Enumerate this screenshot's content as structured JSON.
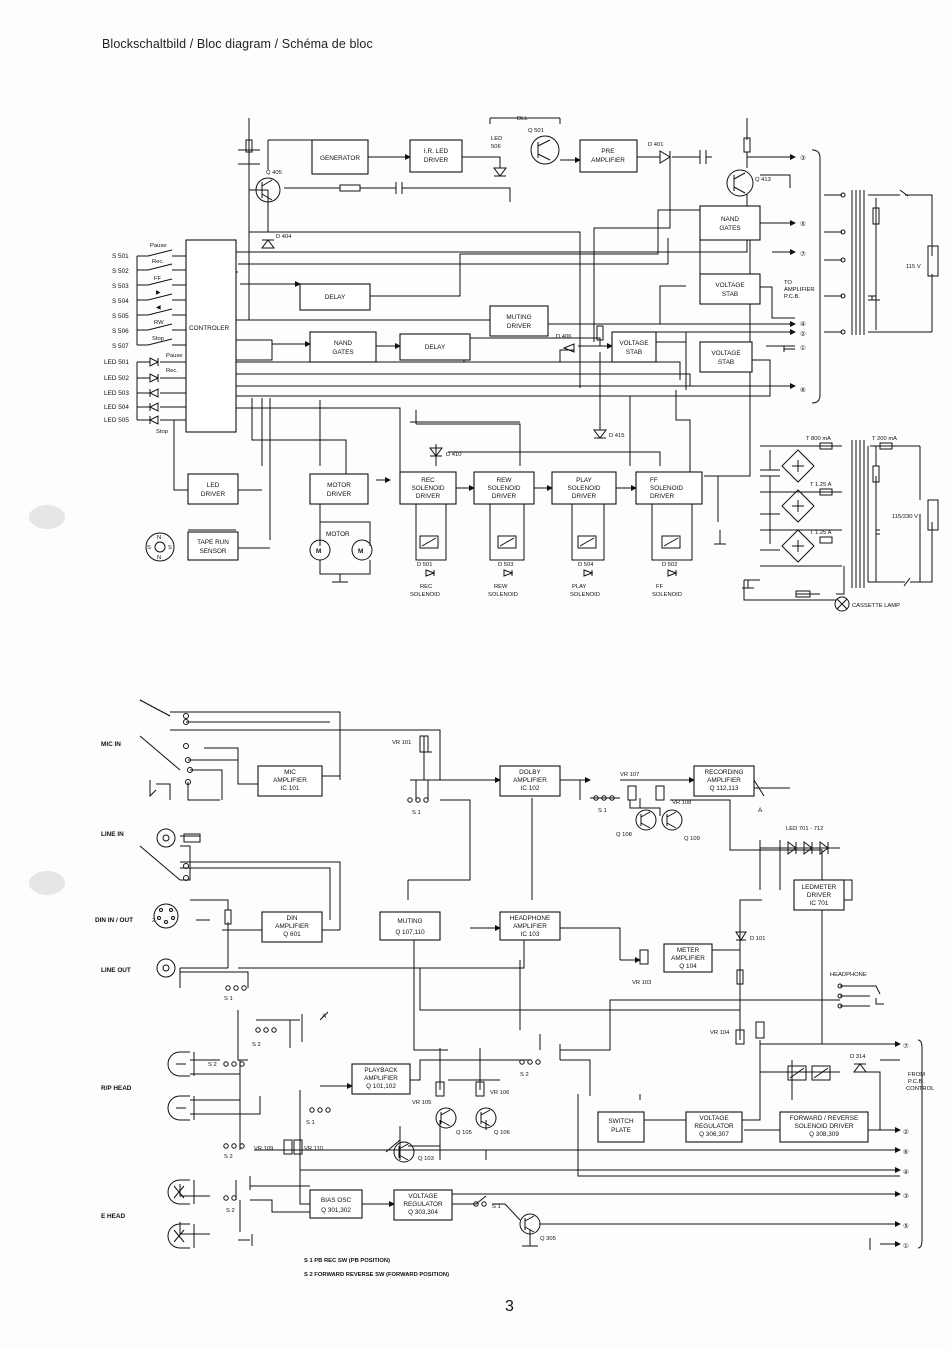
{
  "page": {
    "title": "Blockschaltbild / Bloc diagram / Schéma de bloc",
    "number": "3"
  },
  "top_diagram": {
    "boxes": {
      "generator": "GENERATOR",
      "ir_led_driver": [
        "I.R. LED",
        "DRIVER"
      ],
      "pre_amplifier": [
        "PRE",
        "AMPLIFIER"
      ],
      "nand_gates_1": [
        "NAND",
        "GATES"
      ],
      "voltage_stab_1": [
        "VOLTAGE",
        "STAB"
      ],
      "delay_1": "DELAY",
      "muting_driver": [
        "MUTING",
        "DRIVER"
      ],
      "controler": "CONTROLER",
      "nand_gates_2": [
        "NAND",
        "GATES"
      ],
      "delay_2": "DELAY",
      "voltage_stab_2": [
        "VOLTAGE",
        "STAB"
      ],
      "voltage_stab_3": [
        "VOLTAGE",
        "STAB"
      ],
      "led_driver": [
        "LED",
        "DRIVER"
      ],
      "motor_driver": [
        "MOTOR",
        "DRIVER"
      ],
      "rec_solenoid_driver": [
        "REC",
        "SOLENOID",
        "DRIVER"
      ],
      "rew_solenoid_driver": [
        "REW",
        "SOLENOID",
        "DRIVER"
      ],
      "play_solenoid_driver": [
        "PLAY",
        "SOLENOID",
        "DRIVER"
      ],
      "ff_solenoid_driver": [
        "FF",
        "SOLENOID",
        "DRIVER"
      ],
      "tape_run_sensor": [
        "TAPE RUN",
        "SENSOR"
      ]
    },
    "labels": {
      "dll": "DLL",
      "q501": "Q 501",
      "led506": [
        "LED",
        "506"
      ],
      "d401": "D 401",
      "q405": "Q 405",
      "q413": "Q 413",
      "d404": "D 404",
      "d406": "D 406",
      "d410": "D 410",
      "d415": "D 415",
      "motor": "MOTOR",
      "m1": "M",
      "m2": "M",
      "to_amplifier": [
        "TO",
        "AMPLIFIER",
        "P.C.B."
      ],
      "v115": "115 V",
      "v115_230": "115/230 V",
      "t800": "T 800 mA",
      "t200": "T 200 mA",
      "t125a_1": "T 1.25 A",
      "t125a_2": "T 1.25 A",
      "cassette_lamp": "CASSETTE LAMP",
      "sensor_n1": "N",
      "sensor_s1": "S",
      "sensor_s2": "S",
      "sensor_n2": "N"
    },
    "switches": [
      "S 501",
      "S 502",
      "S 503",
      "S 504",
      "S 505",
      "S 506",
      "S 507"
    ],
    "switch_tags": [
      "Pause",
      "Rec.",
      "FF",
      "▶",
      "◀",
      "RW",
      "Stop"
    ],
    "leds": [
      "LED 501",
      "LED 502",
      "LED 503",
      "LED 504",
      "LED 505"
    ],
    "led_tags": [
      "Pause",
      "Rec.",
      "Stop"
    ],
    "solenoids": [
      {
        "diode": "D 501",
        "name": [
          "REC",
          "SOLENOID"
        ]
      },
      {
        "diode": "D 503",
        "name": [
          "REW",
          "SOLENOID"
        ]
      },
      {
        "diode": "D 504",
        "name": [
          "PLAY",
          "SOLENOID"
        ]
      },
      {
        "diode": "D 502",
        "name": [
          "FF",
          "SOLENOID"
        ]
      }
    ],
    "outputs": [
      "③",
      "⑤",
      "⑦",
      "④",
      "②",
      "①",
      "⑥"
    ]
  },
  "bottom_diagram": {
    "boxes": {
      "mic_amplifier": [
        "MIC",
        "AMPLIFIER",
        "IC 101"
      ],
      "din_amplifier": [
        "DIN",
        "AMPLIFIER",
        "Q 601"
      ],
      "dolby_amplifier": [
        "DOLBY",
        "AMPLIFIER",
        "IC 102"
      ],
      "recording_amplifier": [
        "RECORDING",
        "AMPLIFIER",
        "Q 112,113"
      ],
      "muting": [
        "MUTING",
        "Q 107,110"
      ],
      "headphone_amplifier": [
        "HEADPHONE",
        "AMPLIFIER",
        "IC 103"
      ],
      "meter_amplifier": [
        "METER",
        "AMPLIFIER",
        "Q 104"
      ],
      "ledmeter_driver": [
        "LEDMETER",
        "DRIVER",
        "IC 701"
      ],
      "playback_amplifier": [
        "PLAYBACK",
        "AMPLIFIER",
        "Q 101,102"
      ],
      "switch_plate": [
        "SWITCH",
        "PLATE"
      ],
      "voltage_regulator_1": [
        "VOLTAGE",
        "REGULATOR",
        "Q 306,307"
      ],
      "forward_reverse_driver": [
        "FORWARD / REVERSE",
        "SOLENOID  DRIVER",
        "Q 308,309"
      ],
      "bias_osc": [
        "BIAS OSC",
        "Q 301,302"
      ],
      "voltage_regulator_2": [
        "VOLTAGE",
        "REGULATOR",
        "Q 303,304"
      ]
    },
    "side_labels": [
      "MIC IN",
      "LINE IN",
      "DIN IN / OUT",
      "LINE OUT",
      "R/P HEAD",
      "E HEAD"
    ],
    "labels": {
      "vr101": "VR 101",
      "vr103": "VR 103",
      "vr104": "VR 104",
      "vr105": "VR 105",
      "vr106": "VR 106",
      "vr107": "VR 107",
      "vr108": "VR 108",
      "vr109": "VR 109",
      "vr110": "VR 110",
      "q103": "Q 103",
      "q105": "Q 105",
      "q106": "Q 106",
      "q108": "Q 108",
      "q109": "Q 109",
      "q305": "Q 305",
      "d101": "D 101",
      "d314": "D 314",
      "led701": "LED 701 - 712",
      "headphone": "HEADPHONE",
      "from_pcb": [
        "FROM",
        "P.C.B.",
        "CONTROL"
      ],
      "a1": "A",
      "a2": "A",
      "din_pin": "2",
      "s1_a": "S 1",
      "s1_b": "S 1",
      "s1_c": "S 1",
      "s1_d": "S 1",
      "s1_e": "S 1",
      "s2_a": "S 2",
      "s2_b": "S 2",
      "s2_c": "S 2",
      "s2_d": "S 2",
      "s2_e": "S 2"
    },
    "outputs": [
      "⑦",
      "②",
      "⑥",
      "④",
      "③",
      "⑤",
      "①"
    ],
    "notes": [
      "S 1 PB REC SW (PB POSITION)",
      "S 2 FORWARD REVERSE SW (FORWARD POSITION)"
    ]
  }
}
